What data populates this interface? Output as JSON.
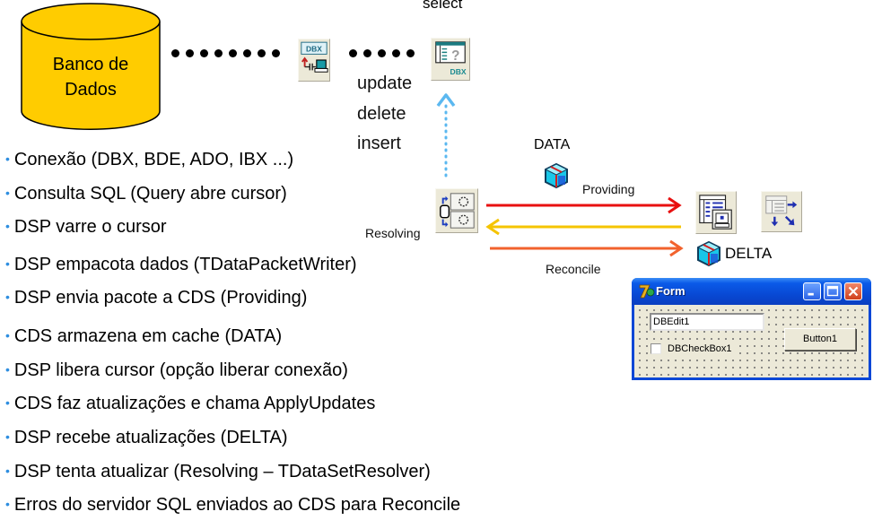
{
  "database": {
    "label_line1": "Banco de",
    "label_line2": "Dados",
    "fill_color": "#ffcc00",
    "stroke_color": "#000000"
  },
  "labels": {
    "select": "select",
    "update": "update",
    "delete": "delete",
    "insert": "insert",
    "data": "DATA",
    "providing": "Providing",
    "resolving": "Resolving",
    "reconcile": "Reconcile",
    "delta": "DELTA"
  },
  "icons": {
    "sql_connection": {
      "name": "dbx-sql-connection-icon",
      "caption": "DBX"
    },
    "sql_query": {
      "name": "dbx-sql-query-icon",
      "caption": "DBX"
    },
    "provider": {
      "name": "dataset-provider-icon"
    },
    "client_dataset": {
      "name": "client-dataset-icon"
    },
    "data_source": {
      "name": "data-source-icon"
    },
    "data_packet": {
      "name": "data-packet-icon"
    },
    "delta_packet": {
      "name": "delta-packet-icon"
    }
  },
  "arrows": {
    "providing_color": "#e81010",
    "resolving_color": "#f5c400",
    "reconcile_color": "#f2622d",
    "update_color": "#5bb8f0"
  },
  "form_window": {
    "title": "Form",
    "dbedit_value": "DBEdit1",
    "checkbox_label": "DBCheckBox1",
    "checkbox_checked": false,
    "button_label": "Button1"
  },
  "bullets": [
    "Conexão (DBX, BDE, ADO, IBX ...)",
    "Consulta SQL (Query abre cursor)",
    "DSP varre o cursor",
    "DSP empacota dados (TDataPacketWriter)",
    "DSP envia pacote a CDS (Providing)",
    "CDS armazena em cache (DATA)",
    "DSP libera cursor (opção liberar conexão)",
    "CDS faz atualizações e chama ApplyUpdates",
    "DSP recebe atualizações (DELTA)",
    "DSP tenta atualizar (Resolving – TDataSetResolver)",
    "Erros do servidor SQL enviados ao CDS para Reconcile"
  ],
  "bullet_color": "#2e8ee0"
}
